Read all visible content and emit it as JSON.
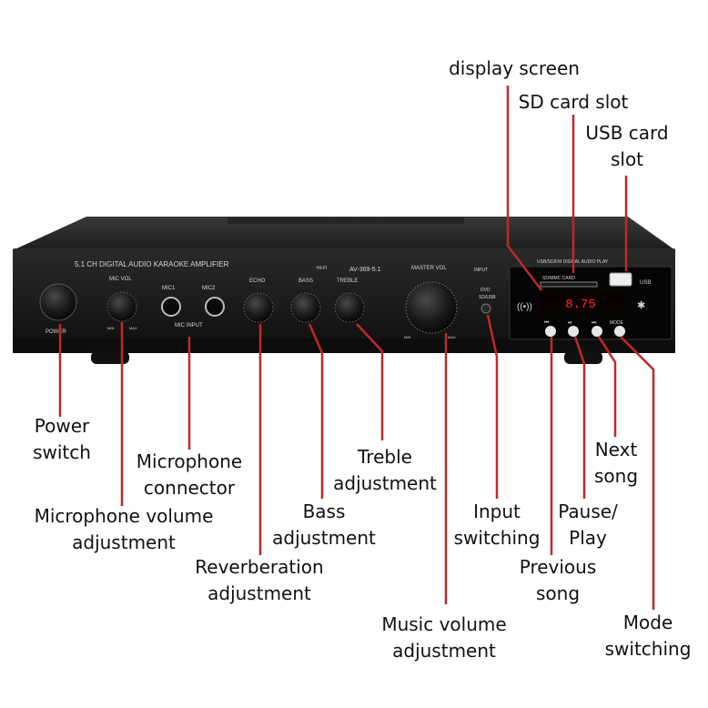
{
  "device": {
    "header_label": "5.1 CH DIGITAL AUDIO KARAOKE AMPLIFIER",
    "model": "AV-369-5.1",
    "logo_text": "HI-FI",
    "power_label": "POWER",
    "mic_vol_label": "MIC VOL",
    "mic1_label": "MIC1",
    "mic2_label": "MIC2",
    "mic_input_label": "MIC INPUT",
    "echo_label": "ECHO",
    "bass_label": "BASS",
    "treble_label": "TREBLE",
    "master_vol_label": "MASTER VOL",
    "input_label": "INPUT",
    "input_dvd": "DVD",
    "input_sdusb": "SD/USB",
    "min_label": "MIN",
    "max_label": "MAX",
    "usb_header": "USB/SD/FM DIGITAL AUDIO PLAY",
    "sd_card_label": "SD/MMC CARD",
    "usb_label": "USB",
    "display_digits": "8.75",
    "mode_label": "MODE",
    "colors": {
      "body": "#1b1b1b",
      "leader": "#c0282b",
      "display": "#ff2a2a",
      "buttons": "#e6e6e6"
    }
  },
  "callouts": {
    "display_screen": "display screen",
    "sd_card_slot": "SD card slot",
    "usb_card_slot": "USB card\nslot",
    "power_switch": "Power\nswitch",
    "microphone_connector": "Microphone\nconnector",
    "microphone_volume": "Microphone volume\nadjustment",
    "treble_adjustment": "Treble\nadjustment",
    "bass_adjustment": "Bass\nadjustment",
    "reverberation_adjustment": "Reverberation\nadjustment",
    "input_switching": "Input\nswitching",
    "pause_play": "Pause/\nPlay",
    "next_song": "Next\nsong",
    "previous_song": "Previous\nsong",
    "music_volume": "Music volume\nadjustment",
    "mode_switching": "Mode\nswitching"
  }
}
